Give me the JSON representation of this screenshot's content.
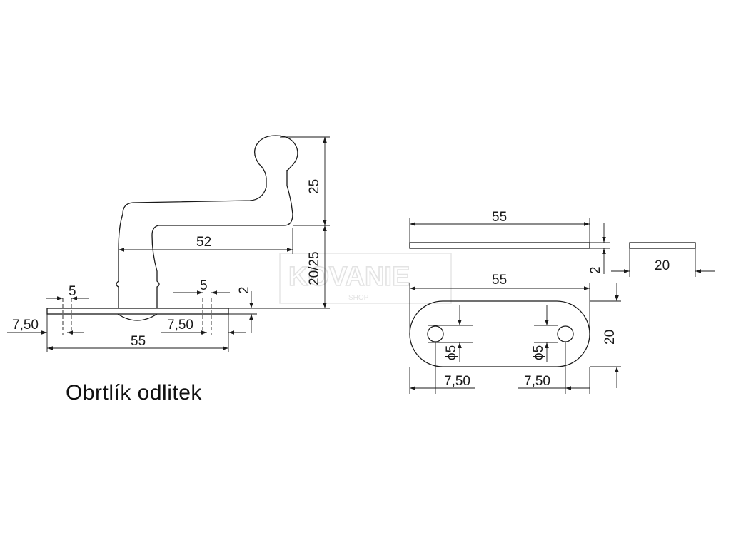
{
  "caption": "Obrtlík odlitek",
  "watermark": {
    "brand": "KOVANIE",
    "sub": "SHOP"
  },
  "side_view": {
    "handle_height": "25",
    "stem_height": "20/25",
    "arm_length": "52",
    "plate_thickness": "2",
    "hole_left": "5",
    "hole_right": "5",
    "offset_left": "7,50",
    "offset_right": "7,50",
    "plate_length": "55"
  },
  "plate_edge_view": {
    "length": "55",
    "thickness": "2"
  },
  "plate_end_view": {
    "width": "20"
  },
  "plate_top_view": {
    "length": "55",
    "width": "20",
    "hole_left": "ϕ5",
    "hole_right": "ϕ5",
    "offset_left": "7,50",
    "offset_right": "7,50"
  },
  "colors": {
    "line": "#1a1a1a",
    "watermark": "#e3e3e3",
    "background": "#ffffff"
  }
}
